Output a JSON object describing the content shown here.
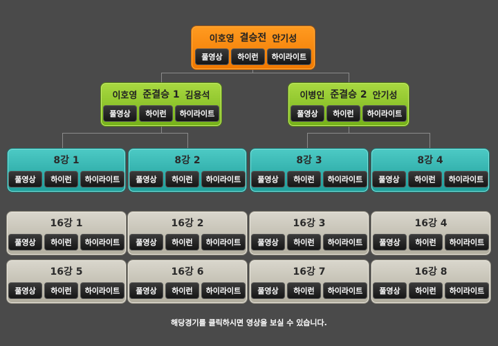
{
  "buttons": {
    "full": "풀영상",
    "interview": "하이런",
    "highlight": "하이라이트"
  },
  "final": {
    "left_player": "이호영",
    "title": "결승전",
    "right_player": "안기성"
  },
  "semis": [
    {
      "left_player": "이호영",
      "title": "준결승 1",
      "right_player": "김용석"
    },
    {
      "left_player": "이병인",
      "title": "준결승 2",
      "right_player": "안기성"
    }
  ],
  "quarters": [
    {
      "title": "8강 1"
    },
    {
      "title": "8강 2"
    },
    {
      "title": "8강 3"
    },
    {
      "title": "8강 4"
    }
  ],
  "round16": [
    {
      "title": "16강 1"
    },
    {
      "title": "16강 2"
    },
    {
      "title": "16강 3"
    },
    {
      "title": "16강 4"
    },
    {
      "title": "16강 5"
    },
    {
      "title": "16강 6"
    },
    {
      "title": "16강 7"
    },
    {
      "title": "16강 8"
    }
  ],
  "footer": "해당경기를 클릭하시면 영상을 보실 수 있습니다."
}
